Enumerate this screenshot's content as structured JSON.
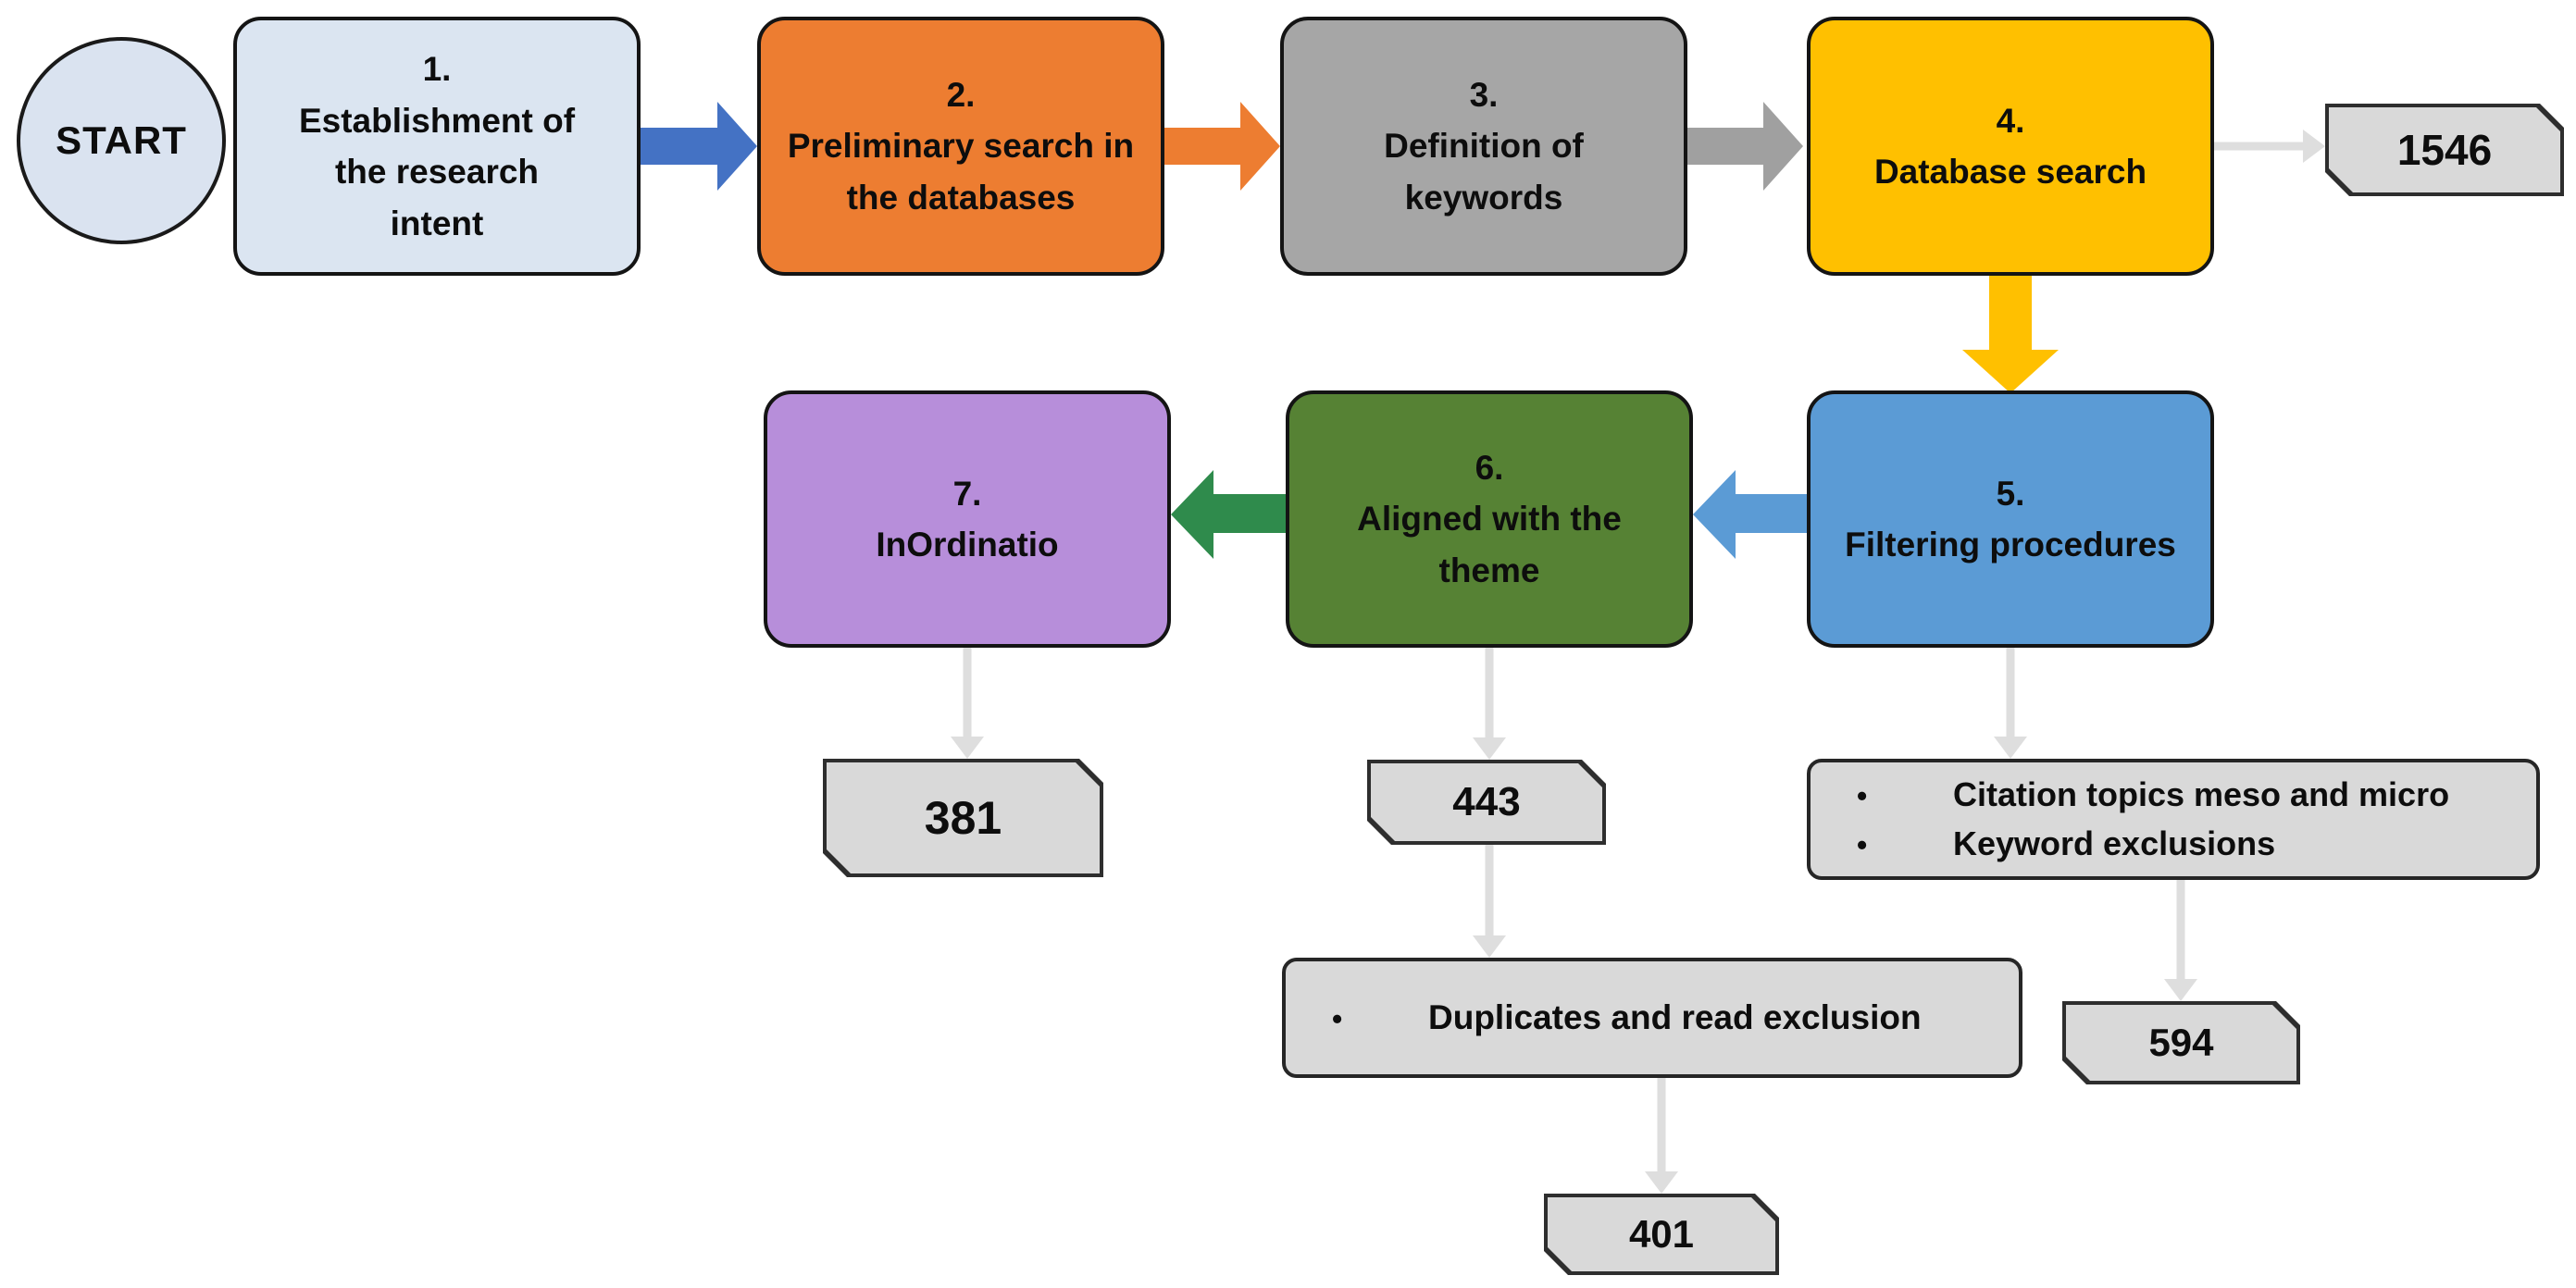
{
  "flowchart": {
    "start_label": "START",
    "steps": [
      {
        "number": "1.",
        "label": "Establishment of the research intent",
        "color": "#DBE5F1"
      },
      {
        "number": "2.",
        "label": "Preliminary search in the databases",
        "color": "#ED7D31"
      },
      {
        "number": "3.",
        "label": "Definition of keywords",
        "color": "#A6A6A6"
      },
      {
        "number": "4.",
        "label": "Database search",
        "color": "#FFC000"
      },
      {
        "number": "5.",
        "label": "Filtering procedures",
        "color": "#5B9BD5"
      },
      {
        "number": "6.",
        "label": "Aligned with the theme",
        "color": "#568234"
      },
      {
        "number": "7.",
        "label": "InOrdinatio",
        "color": "#B78EDA"
      }
    ],
    "counts": {
      "after_database_search": "1546",
      "after_filtering_exclusions": "594",
      "after_aligned_with_theme": "443",
      "after_duplicates_read_exclusion": "401",
      "after_inordinatio": "381"
    },
    "notes": {
      "filtering_criteria": [
        "Citation topics meso and micro",
        "Keyword exclusions"
      ],
      "duplicates_criteria": [
        "Duplicates and read exclusion"
      ]
    },
    "colors": {
      "step_light_blue": "#DBE5F1",
      "step_orange": "#ED7D31",
      "step_gray": "#A6A6A6",
      "step_yellow": "#FFC000",
      "step_blue": "#5B9BD5",
      "step_green": "#568234",
      "step_purple": "#B78EDA",
      "arrow_blue": "#4472C4",
      "arrow_orange": "#ED7D31",
      "arrow_gray": "#A0A0A0",
      "arrow_yellow": "#FFC000",
      "arrow_light_blue": "#5B9BD5",
      "arrow_green": "#2F8B4C",
      "tag_fill": "#D9D9D9",
      "connector_gray": "#DEDEDE"
    }
  }
}
